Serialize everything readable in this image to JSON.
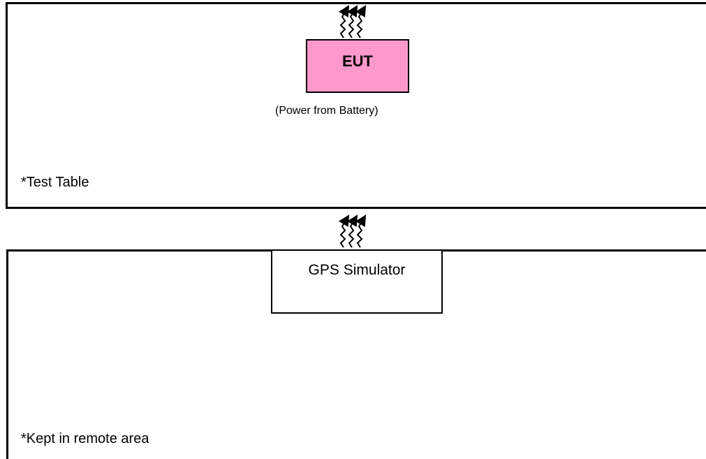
{
  "test_table": {
    "label": "*Test Table",
    "eut": {
      "label": "EUT",
      "fill_color": "#ff99cc",
      "power_note": "(Power from Battery)"
    }
  },
  "remote_area": {
    "label": "*Kept in remote area",
    "gps_simulator": {
      "label": "GPS Simulator"
    }
  },
  "icons": [
    "radio-emission-icon",
    "radio-emission-icon"
  ]
}
